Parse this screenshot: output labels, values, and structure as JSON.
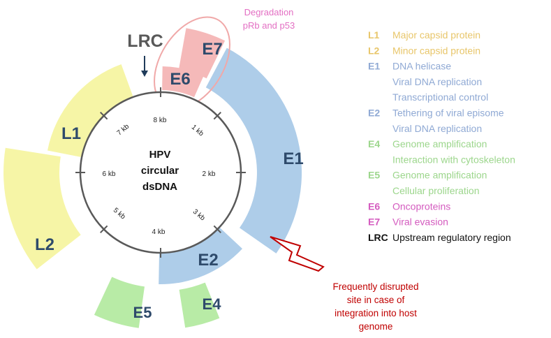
{
  "colors": {
    "yellow": "#f6f5a6",
    "blue": "#aecde9",
    "pink": "#f5b9b9",
    "green": "#b8eba6",
    "ring": "#595959",
    "gene_text": "#2e4a6b",
    "lrc_text": "#595959",
    "arrow": "#1f3b5a",
    "degradation": "#e36fc3",
    "ellipse": "#f0a8a8",
    "disrupt": "#c00000",
    "legend_yellow": "#e8c66a",
    "legend_blue": "#8fa9d4",
    "legend_green": "#9cd68c",
    "legend_pink": "#d45bbf",
    "legend_black": "#111111"
  },
  "center": {
    "line1": "HPV",
    "line2": "circular",
    "line3": "dsDNA"
  },
  "kb_labels": [
    "8 kb",
    "1 kb",
    "2 kb",
    "3 kb",
    "4 kb",
    "5 kb",
    "6 kb",
    "7 kb"
  ],
  "genes": {
    "L1": "L1",
    "L2": "L2",
    "E1": "E1",
    "E2": "E2",
    "E4": "E4",
    "E5": "E5",
    "E6": "E6",
    "E7": "E7"
  },
  "lrc_label": "LRC",
  "degradation": {
    "line1": "Degradation",
    "line2": "pRb and p53"
  },
  "disrupt": {
    "line1": "Frequently disrupted",
    "line2": "site in case of",
    "line3": "integration into host",
    "line4": "genome"
  },
  "legend": [
    {
      "key": "L1",
      "text": "Major capsid protein",
      "color": "legend_yellow"
    },
    {
      "key": "L2",
      "text": "Minor capsid protein",
      "color": "legend_yellow"
    },
    {
      "key": "E1",
      "text": "DNA helicase",
      "color": "legend_blue"
    },
    {
      "key": "",
      "text": "Viral DNA replication",
      "color": "legend_blue"
    },
    {
      "key": "",
      "text": "Transcriptional control",
      "color": "legend_blue"
    },
    {
      "key": "E2",
      "text": "Tethering of viral episome",
      "color": "legend_blue"
    },
    {
      "key": "",
      "text": "Viral DNA replication",
      "color": "legend_blue"
    },
    {
      "key": "E4",
      "text": "Genome amplification",
      "color": "legend_green"
    },
    {
      "key": "",
      "text": "Interaction with cytoskeleton",
      "color": "legend_green"
    },
    {
      "key": "E5",
      "text": "Genome amplification",
      "color": "legend_green"
    },
    {
      "key": "",
      "text": "Cellular proliferation",
      "color": "legend_green"
    },
    {
      "key": "E6",
      "text": "Oncoproteins",
      "color": "legend_pink"
    },
    {
      "key": "E7",
      "text": "Viral evasion",
      "color": "legend_pink"
    },
    {
      "key": "LRC",
      "text": "Upstream regulatory region",
      "color": "legend_black"
    }
  ]
}
